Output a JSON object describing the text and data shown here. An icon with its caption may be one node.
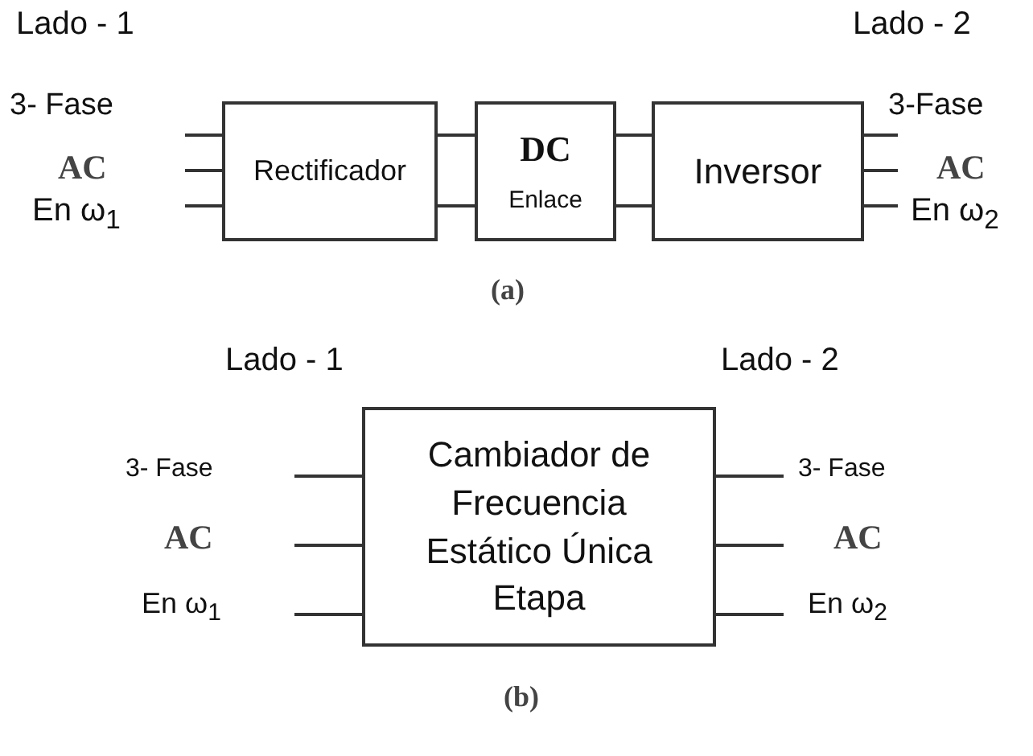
{
  "diagram": {
    "nodes": [
      {
        "text": [
          "Rectificador"
        ]
      },
      {
        "text": [
          "DC",
          "Enlace"
        ]
      },
      {
        "text": [
          "Inversor"
        ]
      },
      {
        "text": [
          "Cambiador de Frecuencia Estático Única Etapa"
        ]
      }
    ],
    "edges": [
      {
        "from": null,
        "to": 0,
        "arrow": "none"
      },
      {
        "from": null,
        "to": 0,
        "arrow": "none"
      },
      {
        "from": null,
        "to": 0,
        "arrow": "none"
      },
      {
        "from": 0,
        "to": 1,
        "arrow": "none"
      },
      {
        "from": 0,
        "to": 1,
        "arrow": "none"
      },
      {
        "from": 1,
        "to": 2,
        "arrow": "none"
      },
      {
        "from": 1,
        "to": 2,
        "arrow": "none"
      },
      {
        "from": 2,
        "to": null,
        "arrow": "none"
      },
      {
        "from": 2,
        "to": null,
        "arrow": "none"
      },
      {
        "from": 2,
        "to": null,
        "arrow": "none"
      },
      {
        "from": null,
        "to": 3,
        "arrow": "none"
      },
      {
        "from": null,
        "to": 3,
        "arrow": "none"
      },
      {
        "from": null,
        "to": 3,
        "arrow": "none"
      },
      {
        "from": 3,
        "to": null,
        "arrow": "none"
      },
      {
        "from": 3,
        "to": null,
        "arrow": "none"
      },
      {
        "from": 3,
        "to": null,
        "arrow": "none"
      }
    ],
    "labels": [
      "Lado - 1",
      "Lado - 2",
      "3- Fase",
      "3-Fase",
      "AC",
      "AC",
      "En ω$_{1}$",
      "En ω$_{2}$",
      "(a)",
      "Lado - 1",
      "Lado - 2",
      "3- Fase",
      "3- Fase",
      "AC",
      "AC",
      "En ω$_{1}$",
      "En ω$_{2}$",
      "(b)"
    ]
  }
}
